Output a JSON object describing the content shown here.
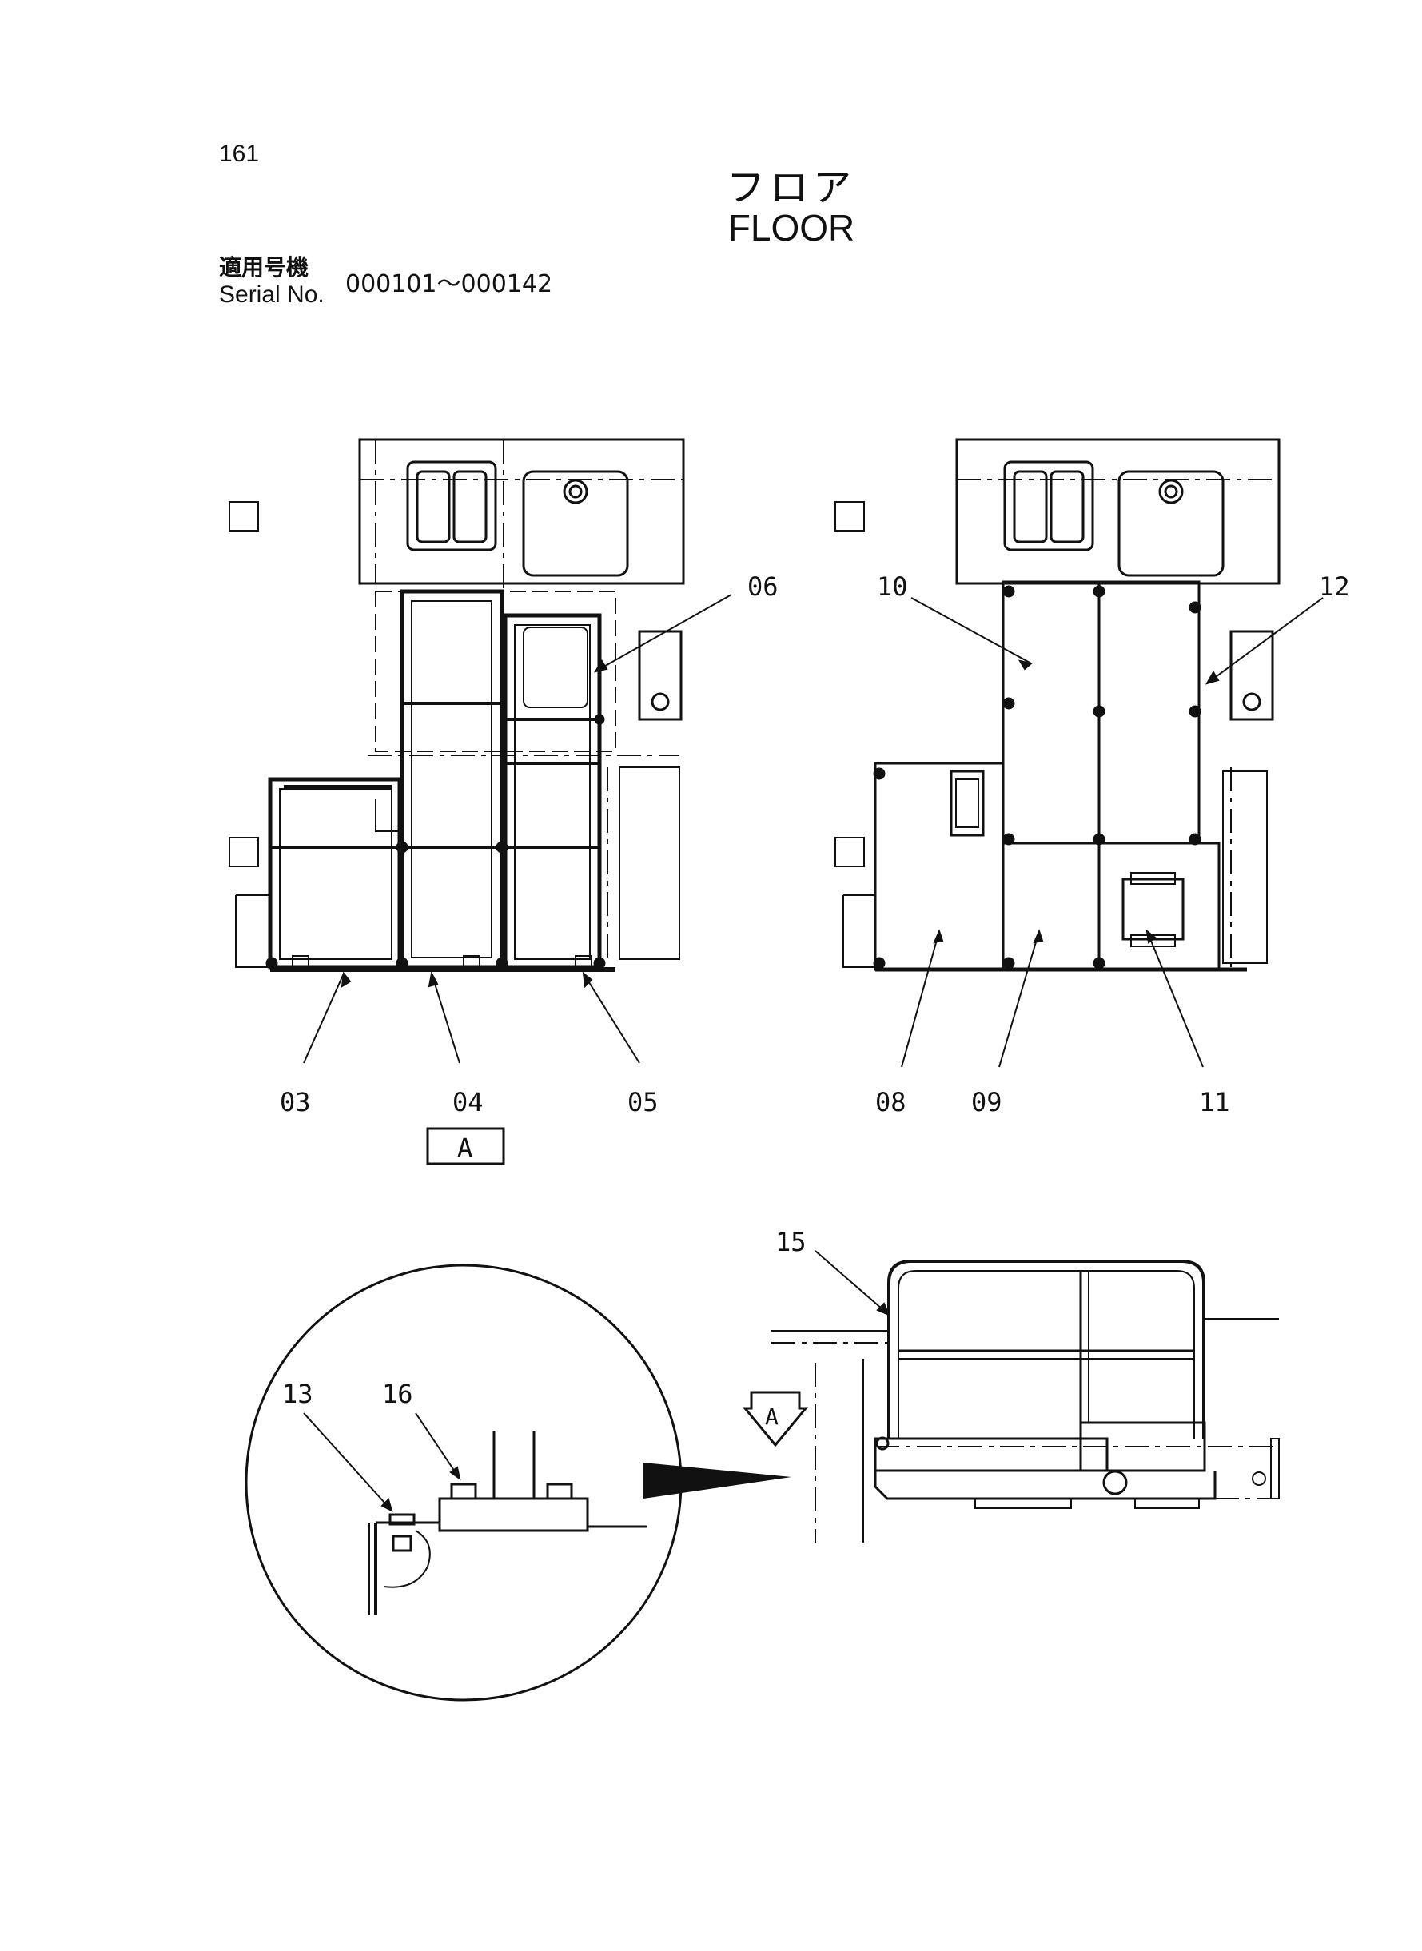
{
  "header": {
    "page_number": "161",
    "title_jp": "フロア",
    "title_en": "FLOOR",
    "serial_label_jp": "適用号機",
    "serial_label_en": "Serial No.",
    "serial_range": "000101～000142"
  },
  "callouts": {
    "c03": "03",
    "c04": "04",
    "c05": "05",
    "c06": "06",
    "c08": "08",
    "c09": "09",
    "c10": "10",
    "c11": "11",
    "c12": "12",
    "c13": "13",
    "c15": "15",
    "c16": "16"
  },
  "view_label": "A",
  "arrow_label": "A",
  "colors": {
    "ink": "#111111",
    "paper": "#ffffff"
  }
}
